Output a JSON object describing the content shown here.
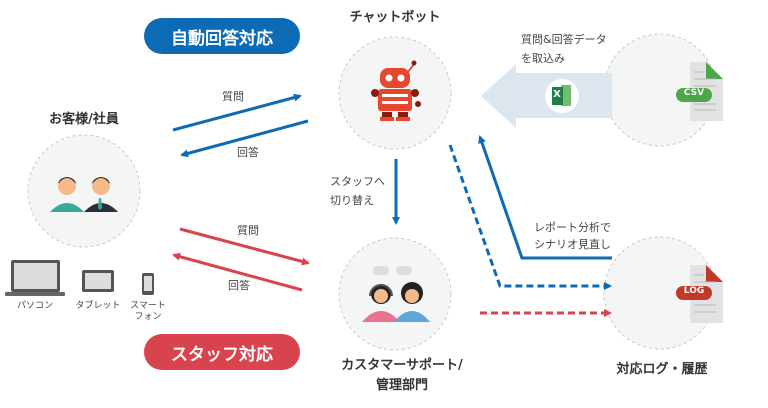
{
  "badges": {
    "auto": "自動回答対応",
    "staff": "スタッフ対応"
  },
  "nodes": {
    "chatbot": "チャットボット",
    "customer": "お客様/社員",
    "support_line1": "カスタマーサポート/",
    "support_line2": "管理部門",
    "log": "対応ログ・履歴"
  },
  "labels": {
    "auto_question": "質問",
    "auto_answer": "回答",
    "staff_question": "質問",
    "staff_answer": "回答",
    "handoff_line1": "スタッフへ",
    "handoff_line2": "切り替え",
    "import_line1": "質問&回答データ",
    "import_line2": "を取込み",
    "review_line1": "レポート分析で",
    "review_line2": "シナリオ見直し"
  },
  "devices": {
    "pc": "パソコン",
    "tablet": "タブレット",
    "phone_line1": "スマート",
    "phone_line2": "フォン"
  },
  "file_tags": {
    "csv": "CSV",
    "log": "LOG"
  },
  "icons": {
    "excel": "X"
  },
  "colors": {
    "blue": "#0d6ab5",
    "red": "#d9434e",
    "green": "#4ea64a",
    "light_arrow": "#dde6ee"
  }
}
